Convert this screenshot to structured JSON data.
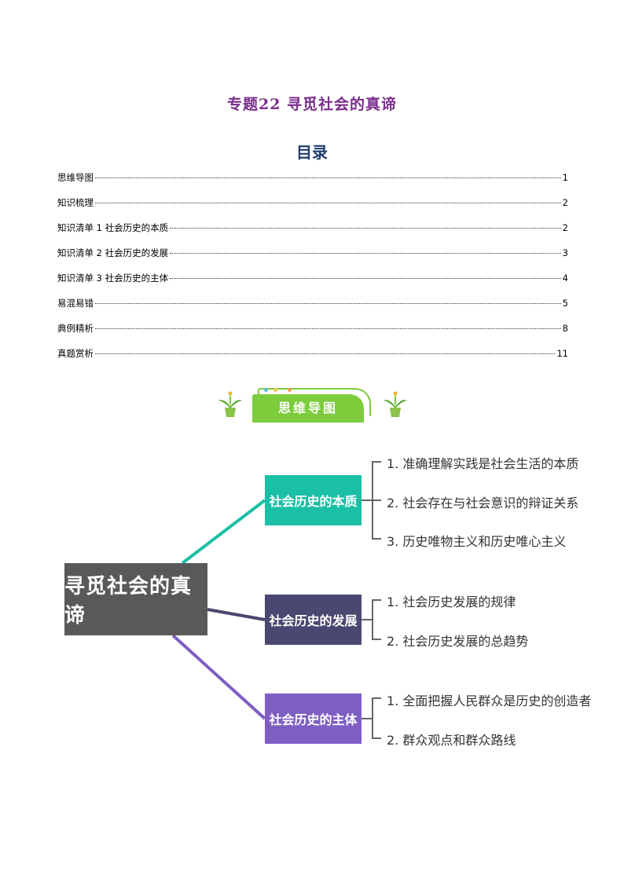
{
  "title": "专题22  寻觅社会的真谛",
  "toc": {
    "heading": "目录",
    "items": [
      {
        "label": "思维导图",
        "page": "1"
      },
      {
        "label": "知识梳理",
        "page": "2"
      },
      {
        "label": "知识清单 1 社会历史的本质",
        "page": "2"
      },
      {
        "label": "知识清单 2 社会历史的发展",
        "page": "3"
      },
      {
        "label": "知识清单 3 社会历史的主体",
        "page": "4"
      },
      {
        "label": "易混易错",
        "page": "5"
      },
      {
        "label": "典例精析",
        "page": "8"
      },
      {
        "label": "真题赏析",
        "page": "11"
      }
    ]
  },
  "section_banner": {
    "label": "思维导图",
    "color": "#7ccc3c"
  },
  "mindmap": {
    "root": "寻觅社会的真谛",
    "branches": [
      {
        "label": "社会历史的本质",
        "color": "#1bbfa5",
        "children": [
          "1. 准确理解实践是社会生活的本质",
          "2. 社会存在与社会意识的辩证关系",
          "3. 历史唯物主义和历史唯心主义"
        ]
      },
      {
        "label": "社会历史的发展",
        "color": "#4a4870",
        "children": [
          "1. 社会历史发展的规律",
          "2. 社会历史发展的总趋势"
        ]
      },
      {
        "label": "社会历史的主体",
        "color": "#7f5ec4",
        "children": [
          "1. 全面把握人民群众是历史的创造者",
          "2. 群众观点和群众路线"
        ]
      }
    ]
  }
}
